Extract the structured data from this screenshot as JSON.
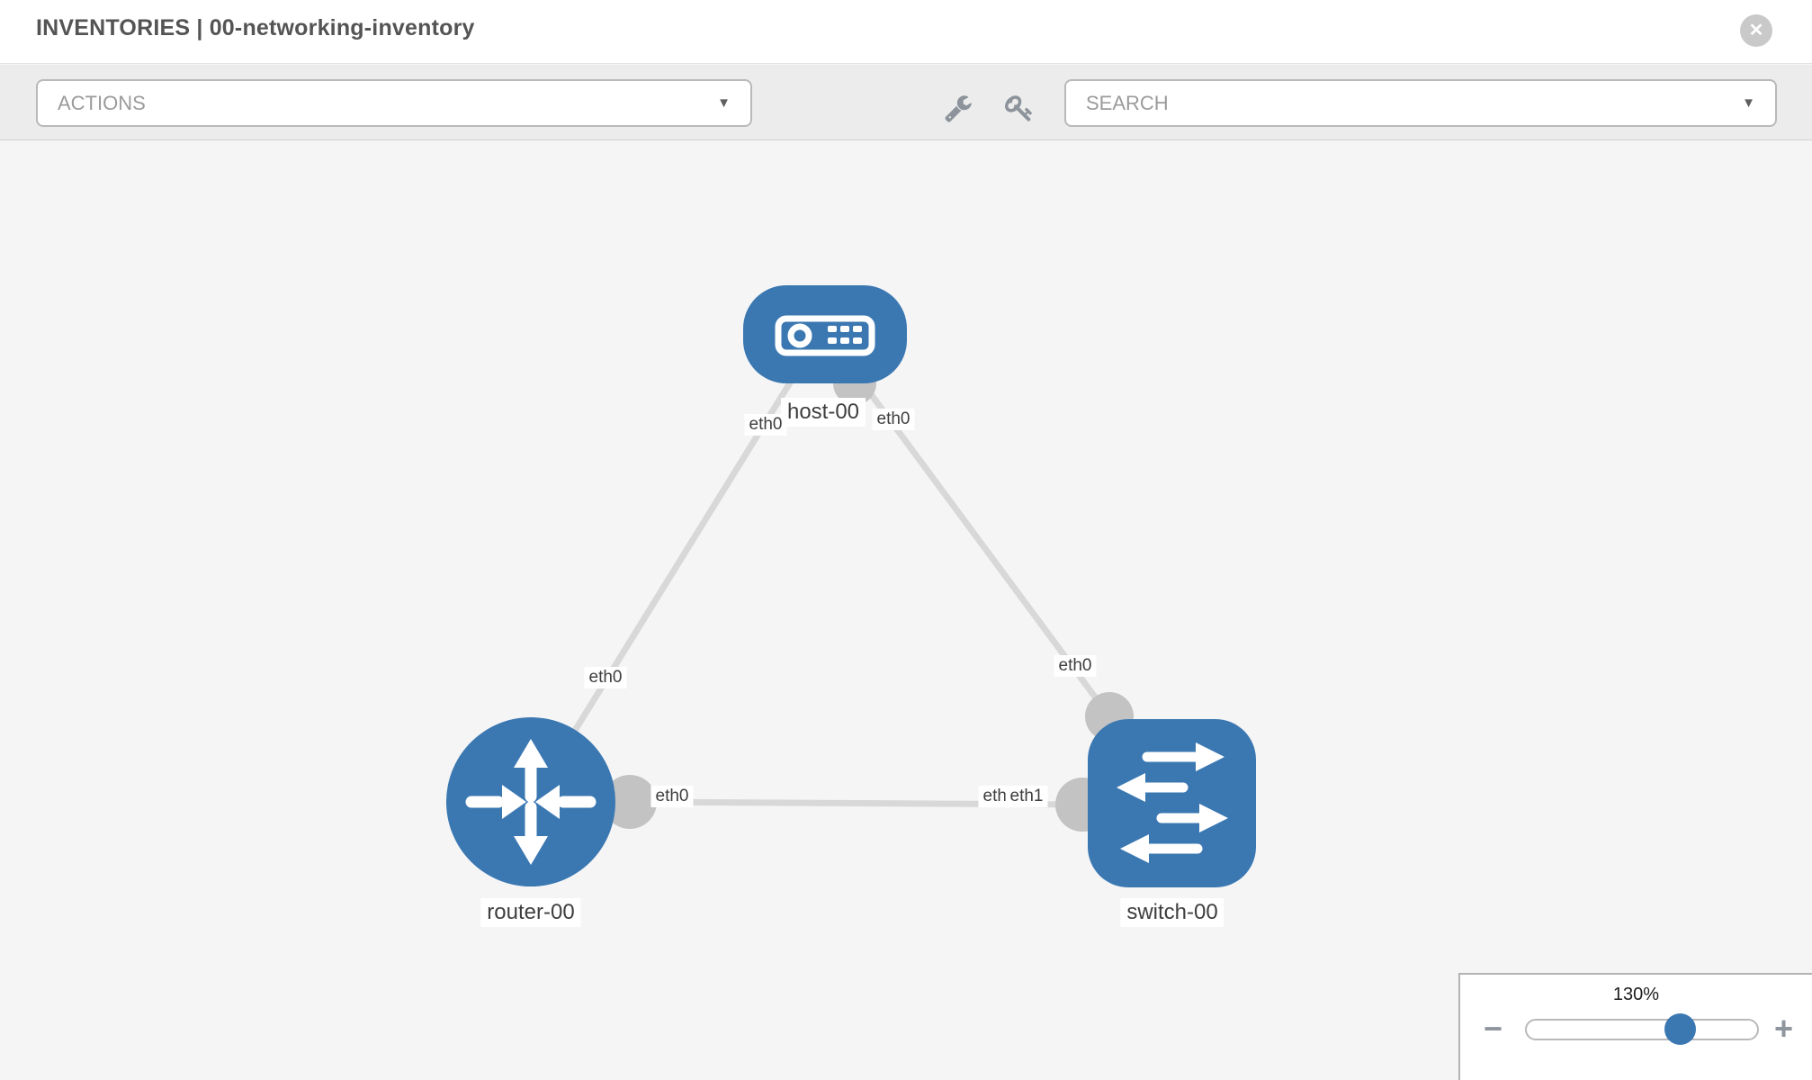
{
  "header": {
    "title": "INVENTORIES | 00-networking-inventory"
  },
  "toolbar": {
    "actions_label": "ACTIONS",
    "search_label": "SEARCH"
  },
  "icons": {
    "close": "✕",
    "caret": "▼",
    "minus": "−",
    "plus": "+"
  },
  "topology": {
    "nodes": [
      {
        "label": "host-00",
        "type": "host"
      },
      {
        "label": "router-00",
        "type": "router"
      },
      {
        "label": "switch-00",
        "type": "switch"
      }
    ],
    "links": [
      {
        "from": "host-00",
        "from_interface": "eth0",
        "to": "router-00",
        "to_interface": "eth0"
      },
      {
        "from": "host-00",
        "from_interface": "eth0",
        "to": "switch-00",
        "to_interface": "eth0"
      },
      {
        "from": "router-00",
        "from_interface": "eth0",
        "to": "switch-00",
        "to_interface": "eth1"
      }
    ]
  },
  "zoom_control": {
    "level": "130%"
  },
  "colors": {
    "node_blue": "#3b78b2",
    "link_gray": "#d8d8d8",
    "connector_gray": "#c3c3c3",
    "canvas_bg": "#f5f5f6"
  }
}
